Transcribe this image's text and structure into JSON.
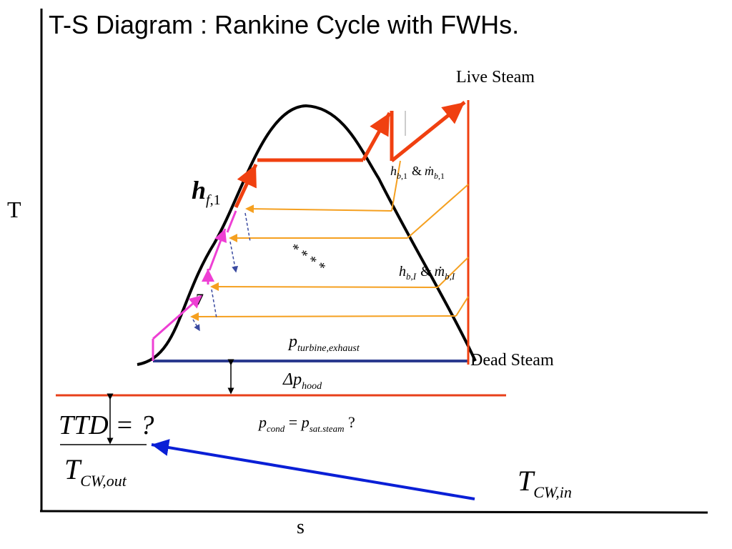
{
  "title": "T-S Diagram : Rankine Cycle with FWHs.",
  "axes": {
    "y_label": "T",
    "x_label": "s"
  },
  "labels": {
    "live_steam": "Live Steam",
    "dead_steam": "Dead Steam",
    "hf1": {
      "main": "h",
      "sub": "f",
      "idx": ",1"
    },
    "hb1": {
      "main": "h",
      "sub": "b",
      "idx": ",1",
      "amp": "&",
      "mdot": "ṁ",
      "msub": "b",
      "midx": ",1"
    },
    "hbI": {
      "main": "h",
      "sub": "b",
      "idx": ",I",
      "amp": "&",
      "mdot": "ṁ",
      "msub": "b",
      "midx": ",I"
    },
    "p_turbine": {
      "main": "p",
      "sub": "turbine,exhaust"
    },
    "dp_hood": {
      "main": "Δp",
      "sub": "hood"
    },
    "p_cond": {
      "left": "p",
      "left_sub": "cond",
      "eq": " = ",
      "right": "p",
      "right_sub": "sat.steam",
      "q": " ?"
    },
    "ttd": "TTD = ?",
    "tcw_out": {
      "main": "T",
      "sub": "CW,out"
    },
    "tcw_in": {
      "main": "T",
      "sub": "CW,in"
    },
    "dots": "* * * *",
    "seven": "7"
  },
  "colors": {
    "dome": "#000000",
    "cycle": "#f04010",
    "bleed": "#f5a020",
    "pump": "#ee3fd4",
    "condenser": "#2b3a8f",
    "cooling": "#0a1fd6",
    "cond_line": "#e8401a"
  }
}
